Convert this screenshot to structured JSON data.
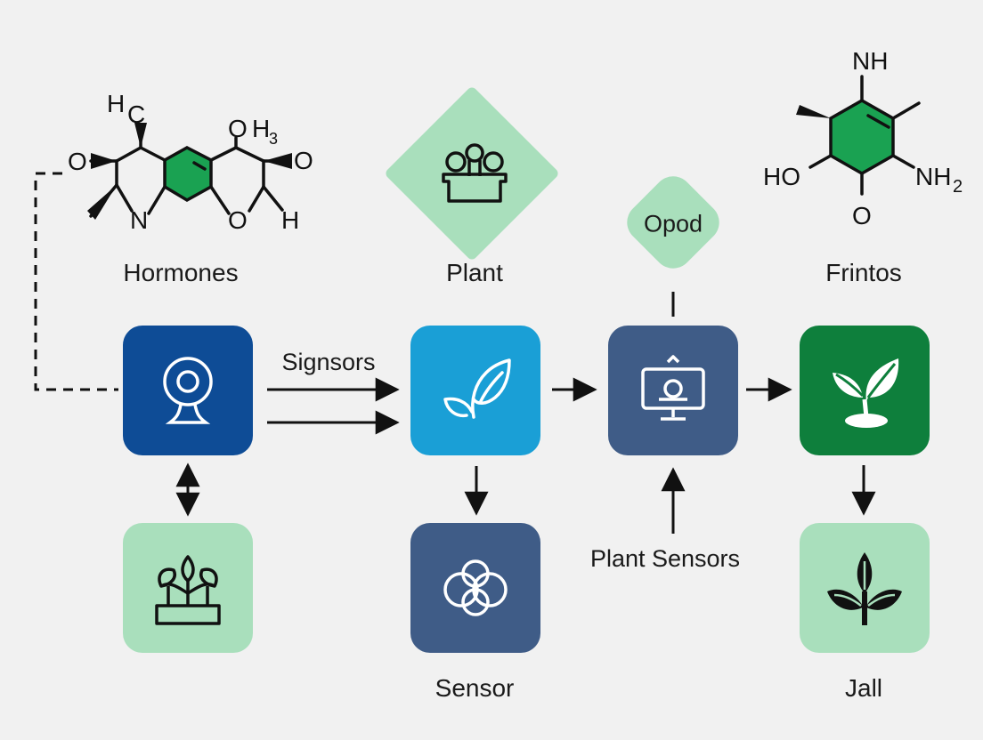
{
  "labels": {
    "hormones": "Hormones",
    "plant": "Plant",
    "frintos": "Frintos",
    "signsors": "Signsors",
    "plant_sensors": "Plant Sensors",
    "sensor": "Sensor",
    "jall": "Jall",
    "opod": "Opod"
  },
  "molecule_left": {
    "atoms": [
      "H",
      "C",
      "O",
      "O",
      "N",
      "O",
      "H",
      "O",
      "H",
      "3"
    ]
  },
  "molecule_right": {
    "atoms": [
      "NH",
      "HO",
      "NH",
      "2",
      "O"
    ]
  },
  "colors": {
    "navy": "#0e4c96",
    "sky": "#1a9fd6",
    "slate": "#3f5c87",
    "green": "#0e7f3c",
    "mint": "#a9dfbc",
    "ring": "#1aa252"
  }
}
